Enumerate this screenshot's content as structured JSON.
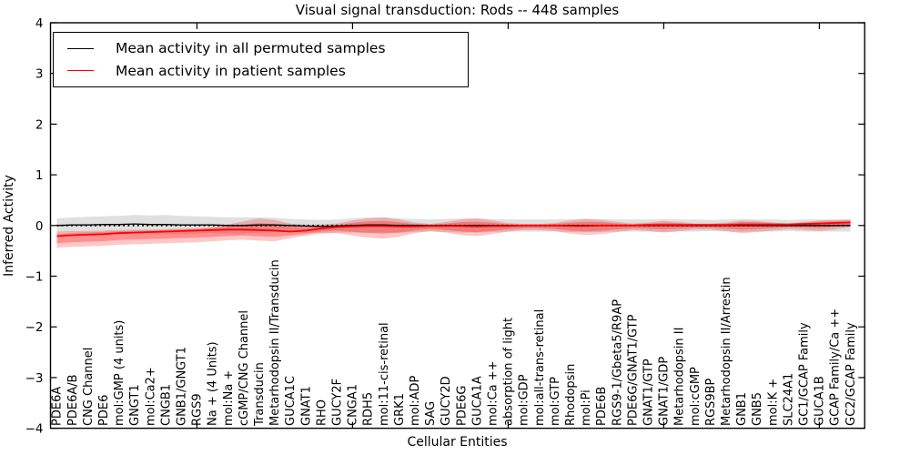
{
  "title": "Visual signal transduction: Rods -- 448 samples",
  "legend": {
    "items": [
      {
        "label": "Mean activity in all permuted samples",
        "color": "#000000"
      },
      {
        "label": "Mean activity in patient samples",
        "color": "#ff0000"
      }
    ]
  },
  "chart_data": {
    "type": "line",
    "title": "Visual signal transduction: Rods -- 448 samples",
    "xlabel": "Cellular Entities",
    "ylabel": "Inferred Activity",
    "ylim": [
      -4,
      4
    ],
    "yticks": [
      -4,
      -3,
      -2,
      -1,
      0,
      1,
      2,
      3,
      4
    ],
    "ytick_labels": [
      "−4",
      "−3",
      "−2",
      "−1",
      "0",
      "1",
      "2",
      "3",
      "4"
    ],
    "xticks": [
      10,
      20,
      30,
      40,
      50
    ],
    "grid": false,
    "legend_position": "upper left",
    "zero_line": true,
    "categories": [
      "PDE6A",
      "PDE6A/B",
      "CNG Channel",
      "PDE6",
      "mol:GMP (4 units)",
      "GNGT1",
      "mol:Ca2+",
      "CNGB1",
      "GNB1/GNGT1",
      "RGS9",
      "Na + (4 Units)",
      "mol:Na +",
      "cGMP/CNG Channel",
      "Transducin",
      "Metarhodopsin II/Transducin",
      "GUCA1C",
      "GNAT1",
      "RHO",
      "GUCY2F",
      "CNGA1",
      "RDH5",
      "mol:11-cis-retinal",
      "GRK1",
      "mol:ADP",
      "SAG",
      "GUCY2D",
      "PDE6G",
      "GUCA1A",
      "mol:Ca ++",
      "absorption of light",
      "mol:GDP",
      "mol:all-trans-retinal",
      "mol:GTP",
      "Rhodopsin",
      "mol:Pi",
      "PDE6B",
      "RGS9-1/Gbeta5/R9AP",
      "PDE6G/GNAT1/GTP",
      "GNAT1/GTP",
      "GNAT1/GDP",
      "Metarhodopsin II",
      "mol:cGMP",
      "RGS9BP",
      "Metarhodopsin II/Arrestin",
      "GNB1",
      "GNB5",
      "mol:K +",
      "SLC24A1",
      "GC1/GCAP Family",
      "GUCA1B",
      "GCAP Family/Ca ++",
      "GC2/GCAP Family"
    ],
    "series": [
      {
        "name": "Mean activity in all permuted samples",
        "color": "#000000",
        "values": [
          0.0,
          0.01,
          0.01,
          0.02,
          0.02,
          0.03,
          0.02,
          0.02,
          0.01,
          0.01,
          0.01,
          0.0,
          0.0,
          0.01,
          0.01,
          0.0,
          -0.01,
          -0.02,
          -0.01,
          0.0,
          0.01,
          0.01,
          0.0,
          0.0,
          0.0,
          0.0,
          0.0,
          0.0,
          0.0,
          0.0,
          0.0,
          0.0,
          0.0,
          0.0,
          0.0,
          0.0,
          0.0,
          0.0,
          0.0,
          0.0,
          0.0,
          0.0,
          0.0,
          0.0,
          0.0,
          0.0,
          0.0,
          0.0,
          0.0,
          0.0,
          0.0,
          0.0
        ]
      },
      {
        "name": "Mean activity in patient samples",
        "color": "#ff0000",
        "values": [
          -0.21,
          -0.19,
          -0.18,
          -0.17,
          -0.15,
          -0.14,
          -0.13,
          -0.12,
          -0.11,
          -0.1,
          -0.09,
          -0.08,
          -0.08,
          -0.09,
          -0.1,
          -0.12,
          -0.1,
          -0.06,
          -0.03,
          -0.02,
          -0.01,
          -0.01,
          -0.02,
          -0.02,
          -0.01,
          -0.01,
          -0.01,
          -0.02,
          -0.01,
          -0.01,
          0.0,
          0.0,
          0.0,
          -0.01,
          -0.01,
          0.0,
          0.0,
          0.0,
          0.01,
          0.01,
          0.01,
          0.01,
          0.01,
          0.01,
          0.02,
          0.02,
          0.02,
          0.02,
          0.03,
          0.04,
          0.05,
          0.06
        ]
      }
    ],
    "bands": [
      {
        "name": "permuted-samples-std-band",
        "color": "#000000",
        "opacity": 0.12,
        "upper": [
          0.14,
          0.16,
          0.17,
          0.18,
          0.19,
          0.21,
          0.2,
          0.21,
          0.19,
          0.18,
          0.17,
          0.16,
          0.16,
          0.16,
          0.15,
          0.13,
          0.12,
          0.11,
          0.12,
          0.14,
          0.16,
          0.16,
          0.14,
          0.13,
          0.12,
          0.13,
          0.14,
          0.14,
          0.13,
          0.12,
          0.12,
          0.12,
          0.12,
          0.13,
          0.13,
          0.13,
          0.12,
          0.12,
          0.12,
          0.13,
          0.12,
          0.12,
          0.11,
          0.12,
          0.13,
          0.12,
          0.12,
          0.11,
          0.12,
          0.12,
          0.12,
          0.12
        ],
        "lower": [
          -0.14,
          -0.14,
          -0.15,
          -0.14,
          -0.15,
          -0.15,
          -0.16,
          -0.17,
          -0.17,
          -0.16,
          -0.15,
          -0.16,
          -0.16,
          -0.14,
          -0.13,
          -0.13,
          -0.14,
          -0.15,
          -0.14,
          -0.14,
          -0.14,
          -0.14,
          -0.14,
          -0.13,
          -0.12,
          -0.13,
          -0.14,
          -0.14,
          -0.13,
          -0.12,
          -0.12,
          -0.12,
          -0.12,
          -0.13,
          -0.13,
          -0.13,
          -0.12,
          -0.12,
          -0.12,
          -0.13,
          -0.12,
          -0.12,
          -0.11,
          -0.12,
          -0.13,
          -0.12,
          -0.12,
          -0.11,
          -0.12,
          -0.12,
          -0.12,
          -0.12
        ]
      },
      {
        "name": "patient-samples-std-band",
        "color": "#ff0000",
        "opacity": 0.22,
        "upper": [
          -0.12,
          -0.11,
          -0.11,
          -0.1,
          -0.09,
          -0.08,
          -0.08,
          -0.07,
          -0.06,
          -0.05,
          -0.03,
          0.02,
          0.08,
          0.14,
          0.11,
          0.04,
          0.01,
          0.02,
          0.04,
          0.1,
          0.14,
          0.16,
          0.12,
          0.06,
          0.03,
          0.07,
          0.12,
          0.14,
          0.1,
          0.05,
          0.03,
          0.03,
          0.05,
          0.1,
          0.13,
          0.11,
          0.07,
          0.04,
          0.06,
          0.09,
          0.07,
          0.04,
          0.04,
          0.06,
          0.1,
          0.09,
          0.06,
          0.04,
          0.07,
          0.1,
          0.11,
          0.12
        ],
        "lower": [
          -0.44,
          -0.42,
          -0.41,
          -0.4,
          -0.38,
          -0.37,
          -0.36,
          -0.35,
          -0.34,
          -0.33,
          -0.31,
          -0.29,
          -0.28,
          -0.3,
          -0.31,
          -0.25,
          -0.2,
          -0.16,
          -0.15,
          -0.2,
          -0.24,
          -0.26,
          -0.22,
          -0.15,
          -0.11,
          -0.14,
          -0.19,
          -0.21,
          -0.17,
          -0.12,
          -0.09,
          -0.09,
          -0.11,
          -0.16,
          -0.19,
          -0.17,
          -0.13,
          -0.09,
          -0.11,
          -0.14,
          -0.11,
          -0.08,
          -0.08,
          -0.11,
          -0.15,
          -0.13,
          -0.1,
          -0.07,
          -0.09,
          -0.11,
          -0.08,
          -0.03
        ]
      }
    ]
  }
}
